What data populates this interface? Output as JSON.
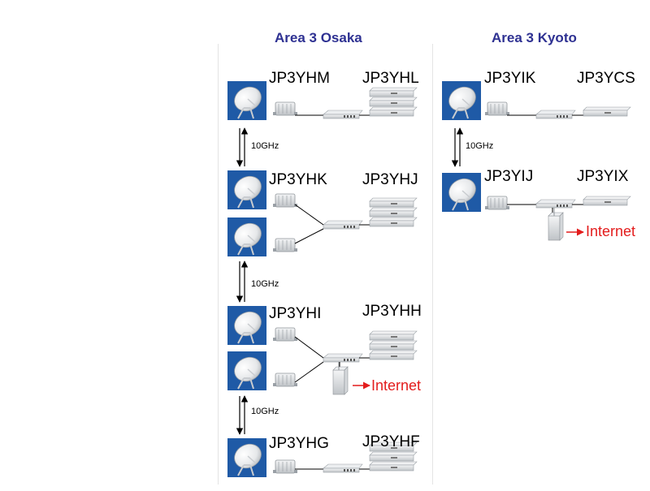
{
  "areas": [
    {
      "title": "Area 3 Osaka"
    },
    {
      "title": "Area 3 Kyoto"
    }
  ],
  "osaka": {
    "stations": [
      {
        "left": "JP3YHM",
        "right": "JP3YHL"
      },
      {
        "left": "JP3YHK",
        "right": "JP3YHJ"
      },
      {
        "left": "JP3YHI",
        "right": "JP3YHH"
      },
      {
        "left": "JP3YHG",
        "right": "JP3YHF"
      }
    ],
    "links": [
      "10GHz",
      "10GHz",
      "10GHz"
    ],
    "internet": "Internet"
  },
  "kyoto": {
    "stations": [
      {
        "left": "JP3YIK",
        "right": "JP3YCS"
      },
      {
        "left": "JP3YIJ",
        "right": "JP3YIX"
      }
    ],
    "links": [
      "10GHz"
    ],
    "internet": "Internet"
  },
  "colors": {
    "title": "#2e3192",
    "dish_bg": "#1f5aa6",
    "internet": "#e31c1c"
  },
  "icons": [
    "parabolic-dish-icon",
    "transverter-icon",
    "router-icon",
    "repeater-rack-icon",
    "internet-modem-icon"
  ]
}
